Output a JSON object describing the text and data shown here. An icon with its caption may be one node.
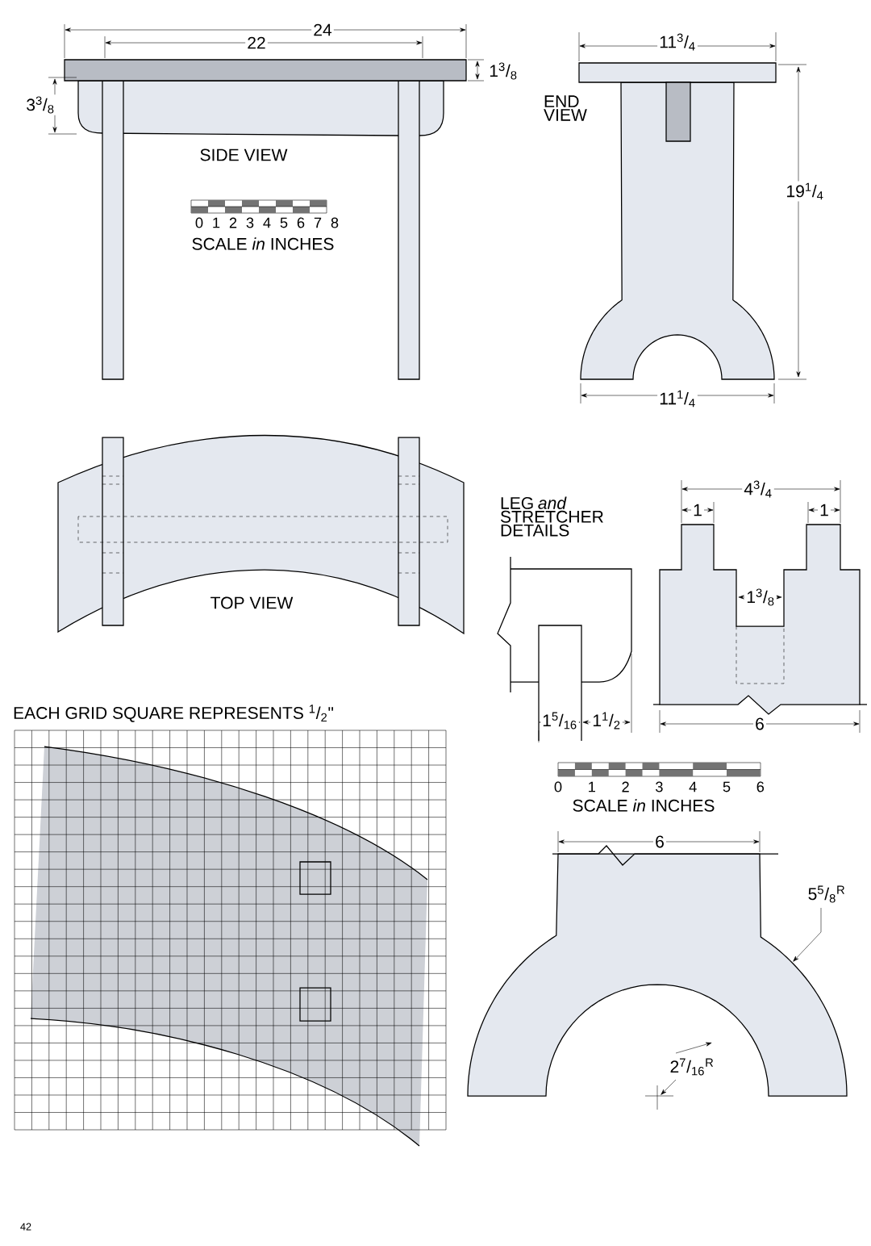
{
  "diagram": {
    "labels": [
      "24",
      "22",
      "1$^{3}$/$_{8}$",
      "3$^{3}$/$_{8}$",
      "11$^{3}$/$_{4}$",
      "END VIEW",
      "SIDE VIEW",
      "0",
      "1",
      "2",
      "3",
      "4",
      "5",
      "6",
      "7",
      "8",
      "SCALE *in* INCHES",
      "19$^{1}$/$_{4}$",
      "11$^{1}$/$_{4}$",
      "TOP VIEW",
      "LEG *and* STRETCHER DETAILS",
      "4$^{3}$/$_{4}$",
      "1",
      "1",
      "1$^{3}$/$_{8}$",
      "EACH GRID SQUARE REPRESENTS $^{1}$/$_{2}$\"",
      "1$^{5}$/$_{16}$",
      "1$^{1}$/$_{2}$",
      "6",
      "0",
      "1",
      "2",
      "3",
      "4",
      "5",
      "6",
      "SCALE *in* INCHES",
      "6",
      "5$^{5}$/$_{8}$$^{R}$",
      "2$^{7}$/$_{16}$$^{R}$",
      "42"
    ]
  }
}
